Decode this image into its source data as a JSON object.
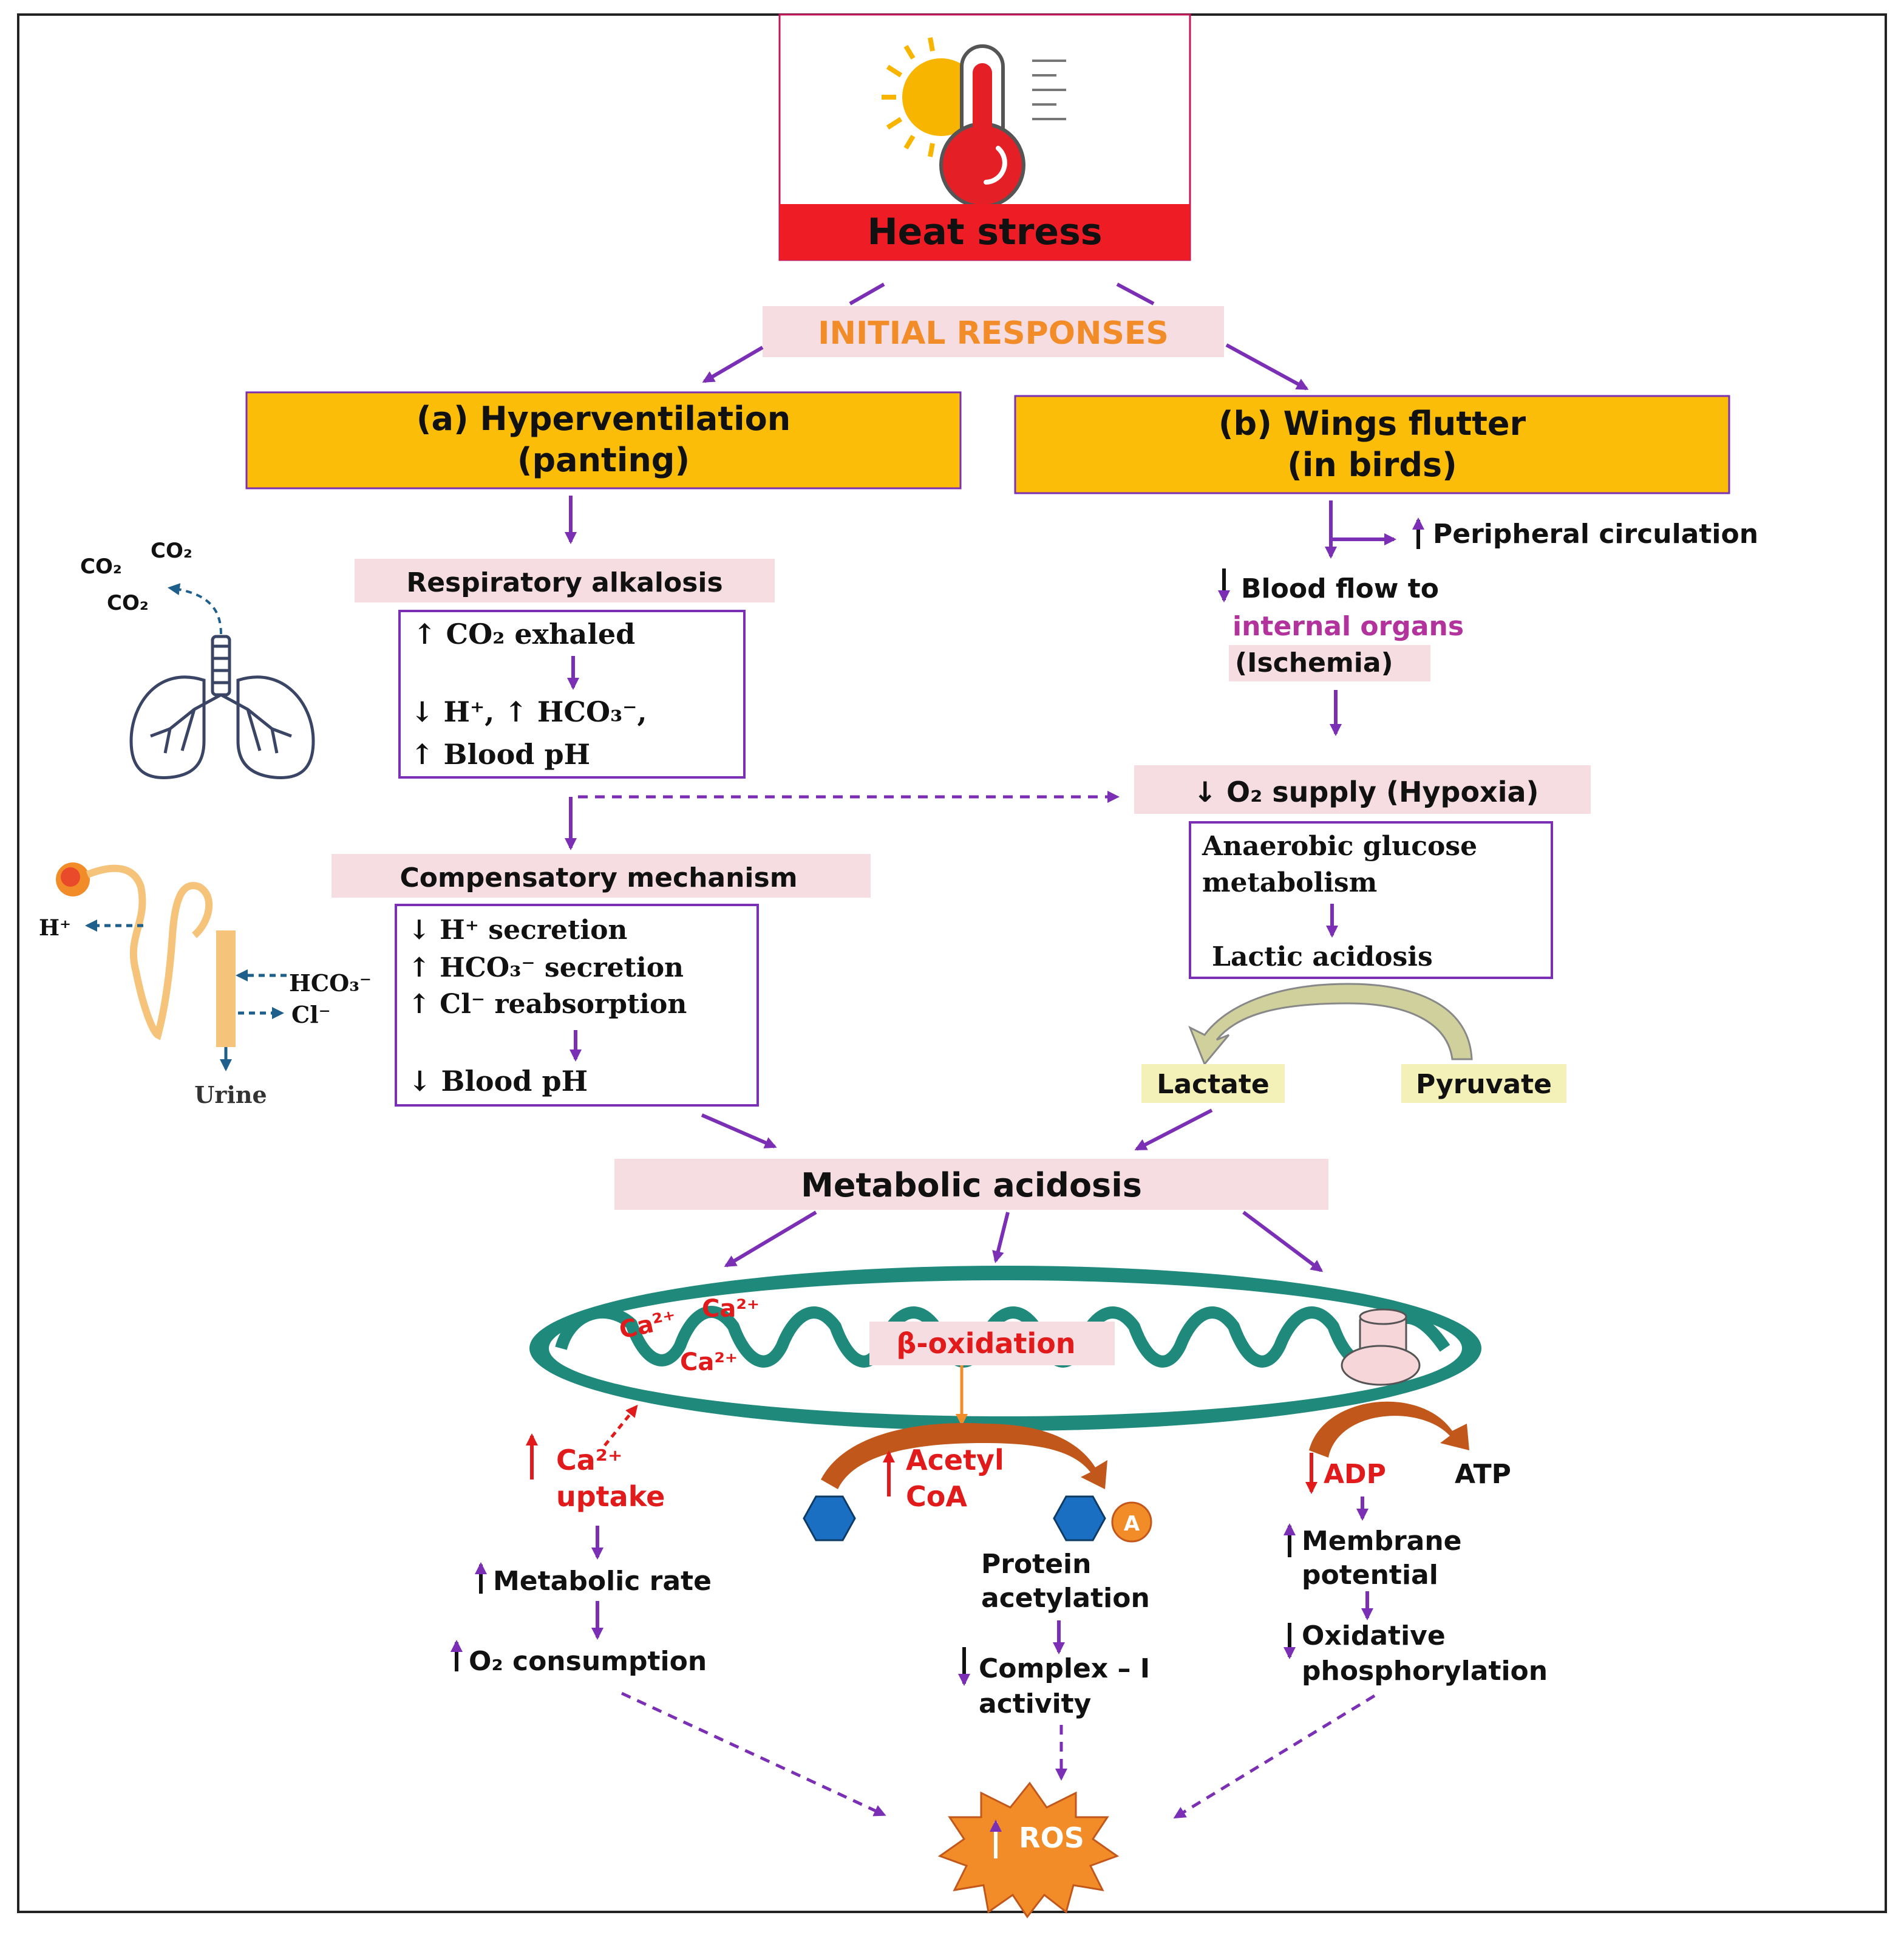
{
  "heat_stress": {
    "label": "Heat stress"
  },
  "initial_responses": "INITIAL RESPONSES",
  "hyperventilation": {
    "line1": "(a) Hyperventilation",
    "line2": "(panting)"
  },
  "wings_flutter": {
    "line1": "(b) Wings flutter",
    "line2": "(in birds)"
  },
  "resp_alkalosis": {
    "title": "Respiratory alkalosis",
    "co2_exhaled": "↑ CO₂ exhaled",
    "ions": "↓ H⁺, ↑ HCO₃⁻,",
    "blood_ph": "↑ Blood pH"
  },
  "lungs": {
    "co2_a": "CO₂",
    "co2_b": "CO₂",
    "co2_c": "CO₂"
  },
  "compensatory": {
    "title": "Compensatory mechanism",
    "h_secretion": "↓ H⁺ secretion",
    "hco3_secretion": "↑ HCO₃⁻ secretion",
    "cl_reabsorption": "↑ Cl⁻ reabsorption",
    "blood_ph": "↓ Blood pH"
  },
  "kidney": {
    "h_ion": "H⁺",
    "hco3": "HCO₃⁻",
    "cl": "Cl⁻",
    "urine": "Urine"
  },
  "peripheral": "Peripheral circulation",
  "blood_flow": {
    "line1": "Blood flow to",
    "line2": "internal organs",
    "line3": "(Ischemia)"
  },
  "hypoxia": "↓ O₂ supply (Hypoxia)",
  "anaerobic": {
    "line1": "Anaerobic glucose",
    "line2": "metabolism",
    "lactic": "Lactic acidosis"
  },
  "lactate": "Lactate",
  "pyruvate": "Pyruvate",
  "metabolic_acidosis": "Metabolic acidosis",
  "mitochondria": {
    "ca1": "Ca²⁺",
    "ca2": "Ca²⁺",
    "ca3": "Ca²⁺",
    "beta_oxidation": "β-oxidation",
    "atpase_a": "A"
  },
  "left_path": {
    "ca_uptake_1": "Ca²⁺",
    "ca_uptake_2": "uptake",
    "metabolic_rate": "Metabolic rate",
    "o2_consumption": "O₂ consumption"
  },
  "middle_path": {
    "acetyl_1": "Acetyl",
    "acetyl_2": "CoA",
    "protein_1": "Protein",
    "protein_2": "acetylation",
    "complex_1": "Complex – I",
    "complex_2": "activity"
  },
  "right_path": {
    "adp": "ADP",
    "atp": "ATP",
    "membrane_1": "Membrane",
    "membrane_2": "potential",
    "oxphos_1": "Oxidative",
    "oxphos_2": "phosphorylation"
  },
  "ros": "ROS",
  "colors": {
    "purple": "#7b2fb5",
    "gold": "#fbbd08",
    "pink_label": "#f6dde2",
    "red": "#e11b1b",
    "orange": "#f28c28",
    "teal": "#1f8a7b",
    "magenta": "#b1339b",
    "yellow_label": "#f3f1b8"
  }
}
